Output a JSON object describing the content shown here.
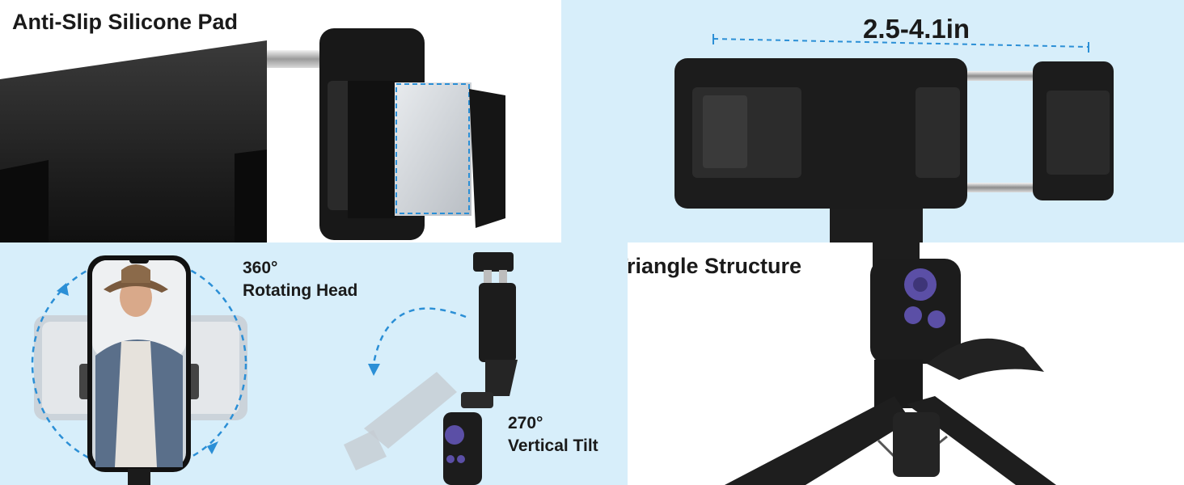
{
  "captions": {
    "silicone_pad": "Anti-Slip Silicone Pad",
    "width_range": "2.5-4.1in",
    "rotating_number": "360°",
    "rotating_label": "Rotating Head",
    "tilt_number": "270°",
    "tilt_label": "Vertical Tilt",
    "triangle": "Triangle Structure"
  },
  "colors": {
    "panel_blue": "#d7eefa",
    "accent_dash": "#2b8fd6",
    "device_black": "#1c1c1c",
    "remote_purple": "#5b4fa6"
  }
}
